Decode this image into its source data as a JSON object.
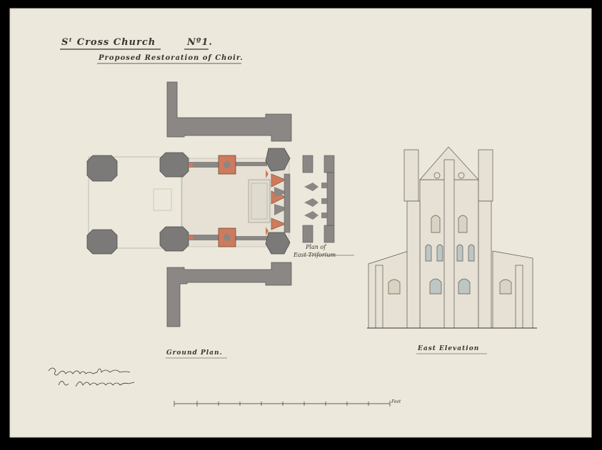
{
  "title": {
    "church": "Sᵗ Cross Church",
    "number": "Nº1.",
    "subtitle": "Proposed Restoration of Choir."
  },
  "drawings": {
    "ground_plan_label": "Ground Plan.",
    "east_elevation_label": "East Elevation",
    "triforium_label_line1": "Plan of",
    "triforium_label_line2": "East Triforium"
  },
  "scale": {
    "unit_label": "Feet"
  },
  "signature": "Samuel Sanders for W. Butterfield",
  "colors": {
    "paper": "#ece8dc",
    "ink": "#3a3530",
    "wall_wash": "#8a8784",
    "red_wash": "#cf7a5c",
    "border": "#000000"
  }
}
